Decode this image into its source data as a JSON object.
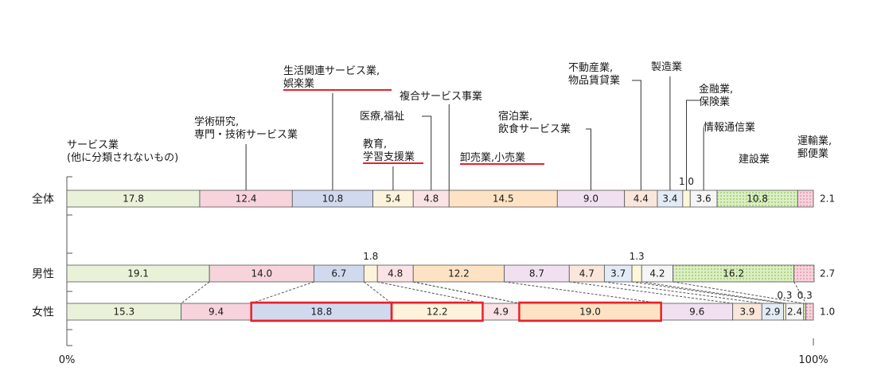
{
  "chart_data": {
    "type": "bar",
    "stacked": true,
    "orientation": "horizontal",
    "x_axis": {
      "min_label": "0%",
      "max_label": "100%",
      "range": [
        0,
        100
      ]
    },
    "rows": [
      "全体",
      "男性",
      "女性"
    ],
    "categories": [
      {
        "key": "service_other",
        "label_lines": [
          "サービス業",
          "(他に分類されないもの)"
        ],
        "color": "#e9f2d9",
        "pattern": "none"
      },
      {
        "key": "research",
        "label_lines": [
          "学術研究,",
          "専門・技術サービス業"
        ],
        "color": "#f7d3dc",
        "pattern": "none"
      },
      {
        "key": "life_service",
        "label_lines": [
          "生活関連サービス業,",
          "娯楽業"
        ],
        "color": "#d1d9ef",
        "pattern": "none",
        "underline": true
      },
      {
        "key": "education",
        "label_lines": [
          "教育,",
          "学習支援業"
        ],
        "color": "#fdf3dc",
        "pattern": "none",
        "underline_line": 1
      },
      {
        "key": "medical",
        "label_lines": [
          "医療,福祉"
        ],
        "color": "#fbe2e5",
        "pattern": "none"
      },
      {
        "key": "compound",
        "label_lines": [
          "複合サービス事業"
        ],
        "color": "#ffffff",
        "pattern": "none"
      },
      {
        "key": "wholesale",
        "label_lines": [
          "卸売業,小売業"
        ],
        "color": "#fde3c4",
        "pattern": "none",
        "underline": true
      },
      {
        "key": "accommodation",
        "label_lines": [
          "宿泊業,",
          "飲食サービス業"
        ],
        "color": "#f1e1f0",
        "pattern": "none"
      },
      {
        "key": "real_estate",
        "label_lines": [
          "不動産業,",
          "物品賃貸業"
        ],
        "color": "#fbe6dc",
        "pattern": "none"
      },
      {
        "key": "manufacturing",
        "label_lines": [
          "製造業"
        ],
        "color": "#e3ebf6",
        "pattern": "none"
      },
      {
        "key": "finance",
        "label_lines": [
          "金融業,",
          "保険業"
        ],
        "color": "#fdf6d8",
        "pattern": "none"
      },
      {
        "key": "ict",
        "label_lines": [
          "情報通信業"
        ],
        "color": "#f5f5f5",
        "pattern": "none"
      },
      {
        "key": "construction",
        "label_lines": [
          "建設業"
        ],
        "color": "#dcefc4",
        "pattern": "dots"
      },
      {
        "key": "transport",
        "label_lines": [
          "運輸業,",
          "郵便業"
        ],
        "color": "#f7d2dc",
        "pattern": "dots"
      }
    ],
    "series": [
      {
        "name": "全体",
        "values": [
          17.8,
          12.4,
          10.8,
          5.4,
          4.8,
          0.0,
          14.5,
          9.0,
          4.4,
          3.4,
          1.0,
          3.6,
          10.8,
          2.1
        ],
        "labels": [
          "17.8",
          "12.4",
          "10.8",
          "5.4",
          "4.8",
          "",
          "14.5",
          "9.0",
          "4.4",
          "3.4",
          "1.0",
          "3.6",
          "10.8",
          "2.1"
        ]
      },
      {
        "name": "男性",
        "values": [
          19.1,
          14.0,
          6.7,
          1.8,
          4.8,
          0.0,
          12.2,
          8.7,
          4.7,
          3.7,
          1.3,
          4.2,
          16.2,
          2.7
        ],
        "labels": [
          "19.1",
          "14.0",
          "6.7",
          "1.8",
          "4.8",
          "",
          "12.2",
          "8.7",
          "4.7",
          "3.7",
          "1.3",
          "4.2",
          "16.2",
          "2.7"
        ]
      },
      {
        "name": "女性",
        "values": [
          15.3,
          9.4,
          18.8,
          12.2,
          4.9,
          0.0,
          19.0,
          9.6,
          3.9,
          2.9,
          0.3,
          2.4,
          0.3,
          1.0
        ],
        "labels": [
          "15.3",
          "9.4",
          "18.8",
          "12.2",
          "4.9",
          "",
          "19.0",
          "9.6",
          "3.9",
          "2.9",
          "0.3",
          "2.4",
          "0.3",
          "1.0"
        ]
      }
    ],
    "highlight_boxes": [
      {
        "series": "女性",
        "category": "life_service"
      },
      {
        "series": "女性",
        "category": "education"
      },
      {
        "series": "女性",
        "category": "wholesale"
      }
    ],
    "colors": {
      "highlight": "#e8212b",
      "border": "#555555",
      "dashed": "#555555"
    },
    "grid": false,
    "legend": "labels-above"
  }
}
